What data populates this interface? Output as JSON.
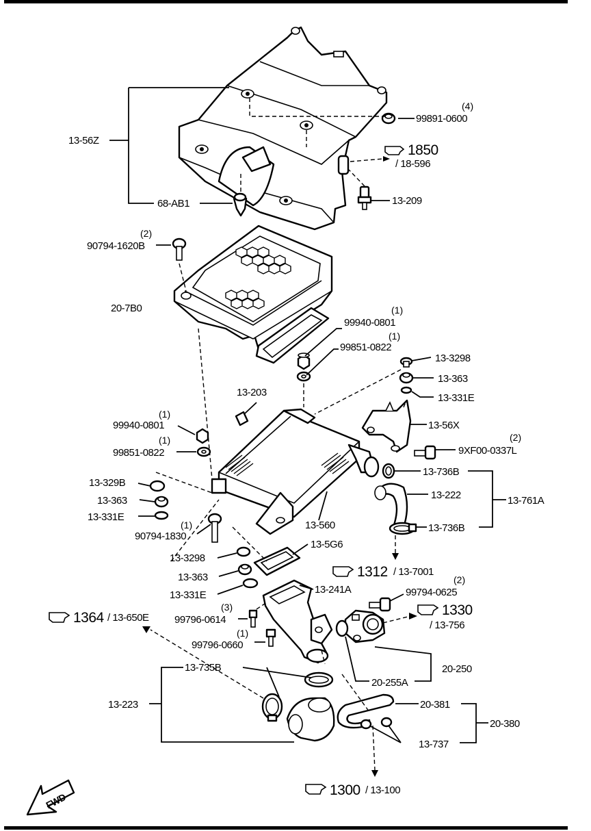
{
  "labels": {
    "upper_cover": "13-56Z",
    "cover_nut": "99891-0600",
    "cover_nut_qty": "(4)",
    "ref_1850": "1850",
    "ref_18_596": "/ 18-596",
    "clip_68": "68-AB1",
    "bolt_209": "13-209",
    "bolt_90794_1620": "90794-1620B",
    "bolt_90794_1620_qty": "(2)",
    "duct_7b0": "20-7B0",
    "nut_99940_top": "99940-0801",
    "nut_99940_top_qty": "(1)",
    "washer_99851_top": "99851-0822",
    "washer_99851_top_qty": "(1)",
    "ins_3298_r": "13-3298",
    "ins_363_r": "13-363",
    "ins_331e_r": "13-331E",
    "label_203": "13-203",
    "bracket_56x": "13-56X",
    "bolt_9xf00": "9XF00-0337L",
    "bolt_9xf00_qty": "(2)",
    "nut_99940_left": "99940-0801",
    "nut_99940_left_qty": "(1)",
    "washer_99851_left": "99851-0822",
    "washer_99851_left_qty": "(1)",
    "clamp_736b_top": "13-736B",
    "hose_222": "13-222",
    "kit_761a": "13-761A",
    "ins_329b_l": "13-329B",
    "ins_363_l": "13-363",
    "ins_331e_l": "13-331E",
    "bolt_90794_1830": "90794-1830",
    "bolt_90794_1830_qty": "(1)",
    "intercooler": "13-560",
    "clamp_736b_bot": "13-736B",
    "ins_3298_l2": "13-3298",
    "gasket_5g6": "13-5G6",
    "ins_363_l2": "13-363",
    "ref_1312": "1312",
    "ref_13_7001": "/ 13-7001",
    "ins_331e_l2": "13-331E",
    "pipe_241a": "13-241A",
    "bolt_99794_0625": "99794-0625",
    "bolt_99794_0625_qty": "(2)",
    "ref_1364": "1364",
    "ref_13_650e": "/ 13-650E",
    "ref_1330": "1330",
    "ref_13_756": "/ 13-756",
    "bolt_99796_0614": "99796-0614",
    "bolt_99796_0614_qty": "(3)",
    "bolt_99796_0660": "99796-0660",
    "bolt_99796_0660_qty": "(1)",
    "valve_250": "20-250",
    "clamp_735b": "13-735B",
    "gasket_255a": "20-255A",
    "hose_223": "13-223",
    "hose_381": "20-381",
    "hose_set_380": "20-380",
    "clip_737": "13-737",
    "ref_1300": "1300",
    "ref_13_100": "/ 13-100",
    "fwd": "FWD"
  }
}
